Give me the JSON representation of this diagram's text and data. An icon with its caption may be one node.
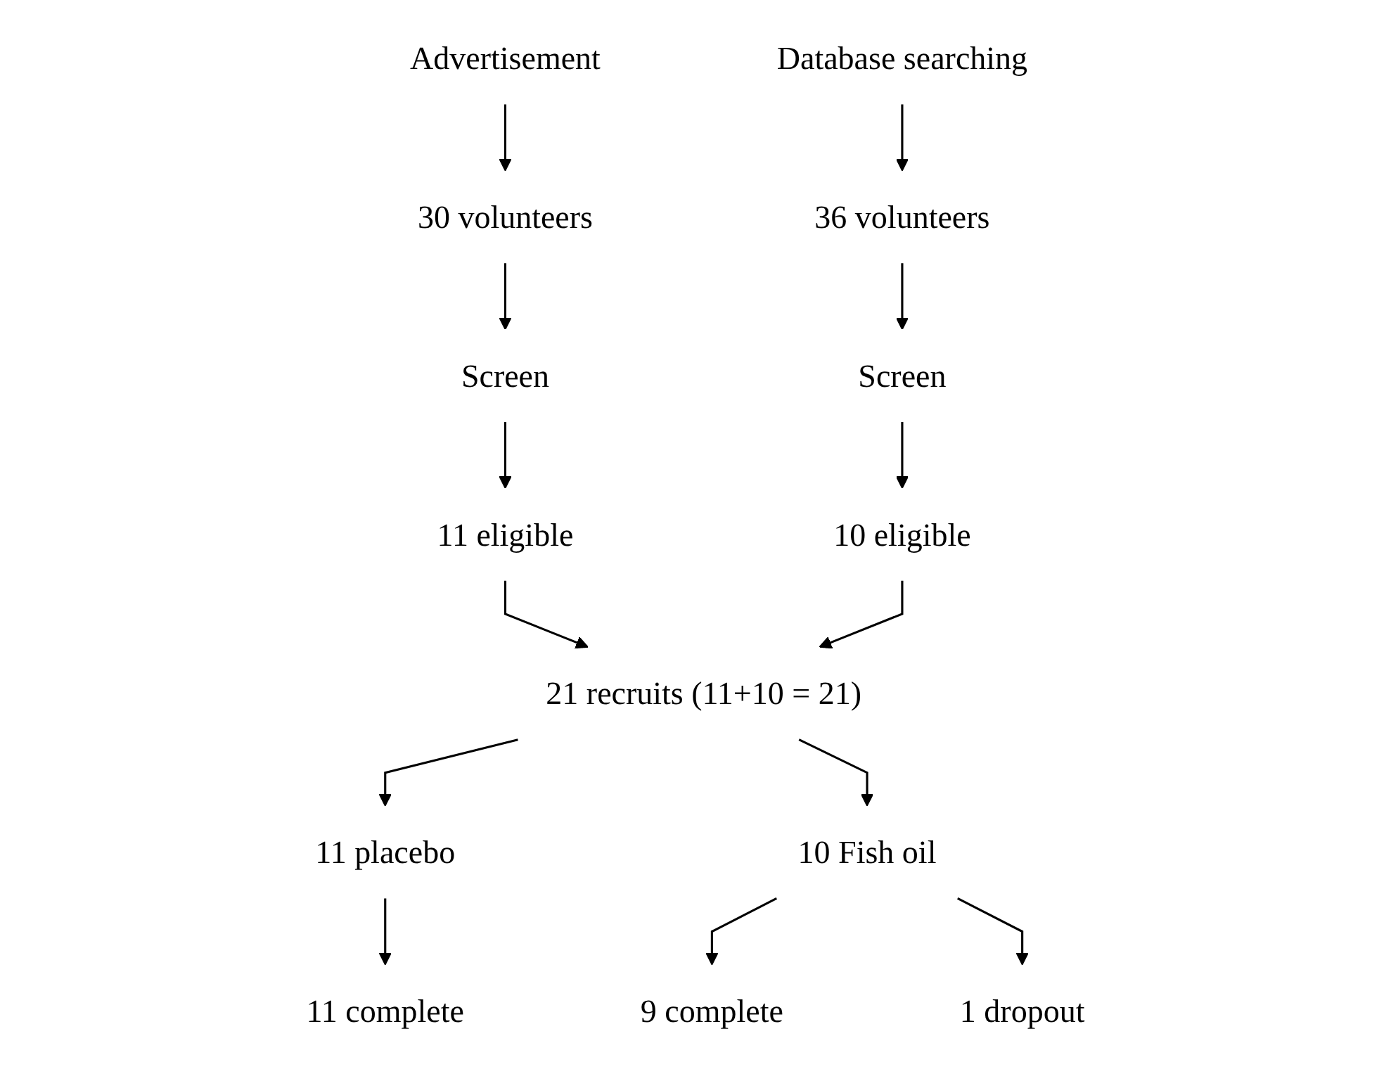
{
  "diagram": {
    "nodes": [
      {
        "text": [
          "Advertisement"
        ]
      },
      {
        "text": [
          "Database searching"
        ]
      },
      {
        "text": [
          "30 volunteers"
        ]
      },
      {
        "text": [
          "36 volunteers"
        ]
      },
      {
        "text": [
          "Screen"
        ]
      },
      {
        "text": [
          "Screen"
        ]
      },
      {
        "text": [
          "11 eligible"
        ]
      },
      {
        "text": [
          "10 eligible"
        ]
      },
      {
        "text": [
          "21 recruits (11+10 = 21)"
        ]
      },
      {
        "text": [
          "11 placebo"
        ]
      },
      {
        "text": [
          "10 Fish oil"
        ]
      },
      {
        "text": [
          "1 dropout"
        ]
      },
      {
        "text": [
          "11 complete"
        ]
      },
      {
        "text": [
          "9 complete"
        ]
      }
    ],
    "edges": [
      {
        "from": 0,
        "to": 2,
        "arrow": "to"
      },
      {
        "from": 2,
        "to": 4,
        "arrow": "to"
      },
      {
        "from": 4,
        "to": 6,
        "arrow": "to"
      },
      {
        "from": 1,
        "to": 3,
        "arrow": "to"
      },
      {
        "from": 3,
        "to": 5,
        "arrow": "to"
      },
      {
        "from": 5,
        "to": 7,
        "arrow": "to"
      },
      {
        "from": 6,
        "to": 8,
        "arrow": "to"
      },
      {
        "from": 7,
        "to": 8,
        "arrow": "to"
      },
      {
        "from": 8,
        "to": 9,
        "arrow": "to"
      },
      {
        "from": 8,
        "to": 10,
        "arrow": "to"
      },
      {
        "from": 9,
        "to": 12,
        "arrow": "to"
      },
      {
        "from": 10,
        "to": 13,
        "arrow": "to"
      },
      {
        "from": 10,
        "to": 11,
        "arrow": "to"
      }
    ]
  }
}
